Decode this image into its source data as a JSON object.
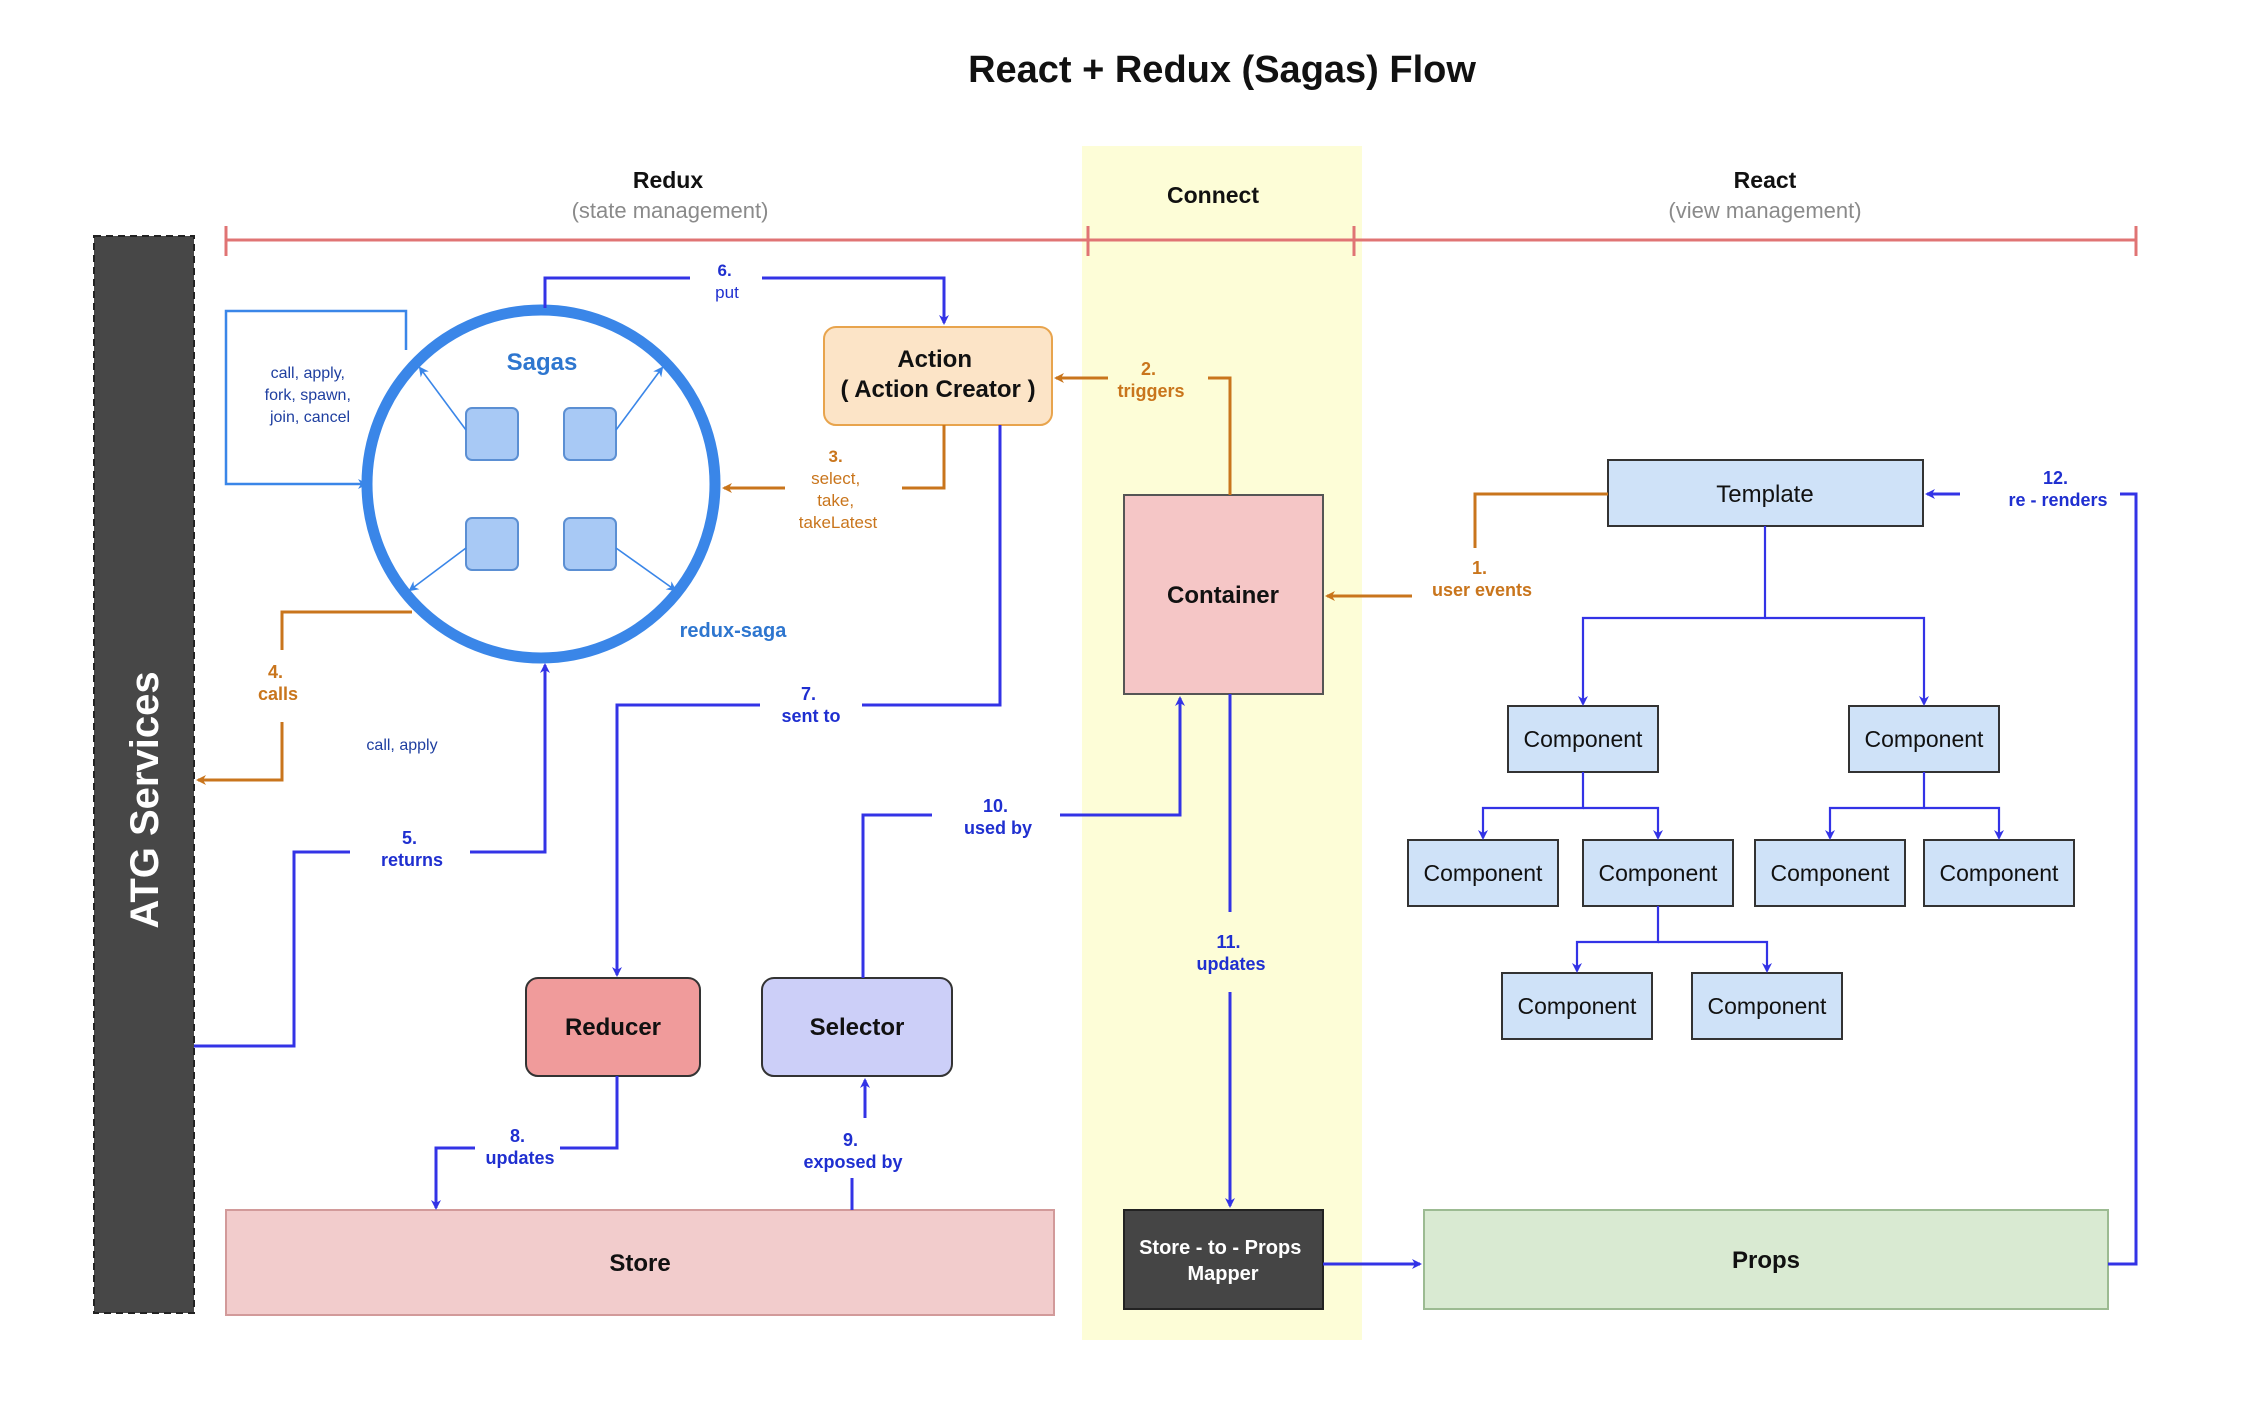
{
  "title": "React + Redux (Sagas) Flow",
  "colors": {
    "blue": "#3333e6",
    "orange": "#c9751c",
    "red_rule": "#e07474",
    "saga_blue": "#3a86e8",
    "connect_bg": "#fdfdd7",
    "atg_bg": "#474747"
  },
  "sections": {
    "redux": {
      "title": "Redux",
      "subtitle": "(state management)"
    },
    "connect": {
      "title": "Connect"
    },
    "react": {
      "title": "React",
      "subtitle": "(view management)"
    }
  },
  "atg": {
    "label": "ATG Services"
  },
  "sagas": {
    "title": "Sagas",
    "caption": "redux-saga",
    "effects_label": [
      "call, apply,",
      "fork, spawn,",
      "join, cancel"
    ],
    "call_apply": "call, apply"
  },
  "nodes": {
    "action": [
      "Action",
      "( Action Creator )"
    ],
    "container": "Container",
    "reducer": "Reducer",
    "selector": "Selector",
    "store": "Store",
    "mapper": [
      "Store - to - Props",
      "Mapper"
    ],
    "props": "Props",
    "template": "Template",
    "component": "Component"
  },
  "steps": {
    "s1": [
      "1.",
      "user events"
    ],
    "s2": [
      "2.",
      "triggers"
    ],
    "s3": [
      "3.",
      "select,",
      "take,",
      "takeLatest"
    ],
    "s4": [
      "4.",
      "calls"
    ],
    "s5": [
      "5.",
      "returns"
    ],
    "s6": [
      "6.",
      "put"
    ],
    "s7": [
      "7.",
      "sent to"
    ],
    "s8": [
      "8.",
      "updates"
    ],
    "s9": [
      "9.",
      "exposed by"
    ],
    "s10": [
      "10.",
      "used by"
    ],
    "s11": [
      "11.",
      "updates"
    ],
    "s12": [
      "12.",
      "re - renders"
    ]
  }
}
